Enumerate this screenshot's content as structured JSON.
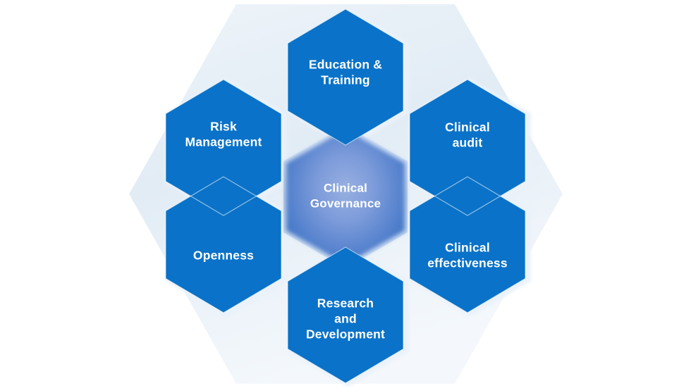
{
  "diagram": {
    "type": "hexagon-cluster",
    "title": "Clinical Governance",
    "background_color": "#ffffff",
    "outer_hexagon": {
      "name": "outer-backdrop-hexagon",
      "fill_start": "#e3ecf4",
      "fill_end": "#f2f7fb"
    },
    "center": {
      "id": "clinical-governance",
      "lines": [
        "Clinical",
        "Governance"
      ],
      "gradient_start": "#97afe0",
      "gradient_end": "#3f76c6",
      "edge_color": "#cfe0f2"
    },
    "petal_color": "#0a72c8",
    "separator_color": "#dbe7f3",
    "label_color": "#ffffff",
    "petals": [
      {
        "id": "education-and-training",
        "position": "top",
        "lines": [
          "Education &",
          "Training"
        ]
      },
      {
        "id": "clinical-audit",
        "position": "top-right",
        "lines": [
          "Clinical",
          "audit"
        ]
      },
      {
        "id": "clinical-effectiveness",
        "position": "bottom-right",
        "lines": [
          "Clinical",
          "effectiveness"
        ]
      },
      {
        "id": "research-and-development",
        "position": "bottom",
        "lines": [
          "Research",
          "and",
          "Development"
        ]
      },
      {
        "id": "openness",
        "position": "bottom-left",
        "lines": [
          "Openness"
        ]
      },
      {
        "id": "risk-management",
        "position": "top-left",
        "lines": [
          "Risk",
          "Management"
        ]
      }
    ]
  }
}
